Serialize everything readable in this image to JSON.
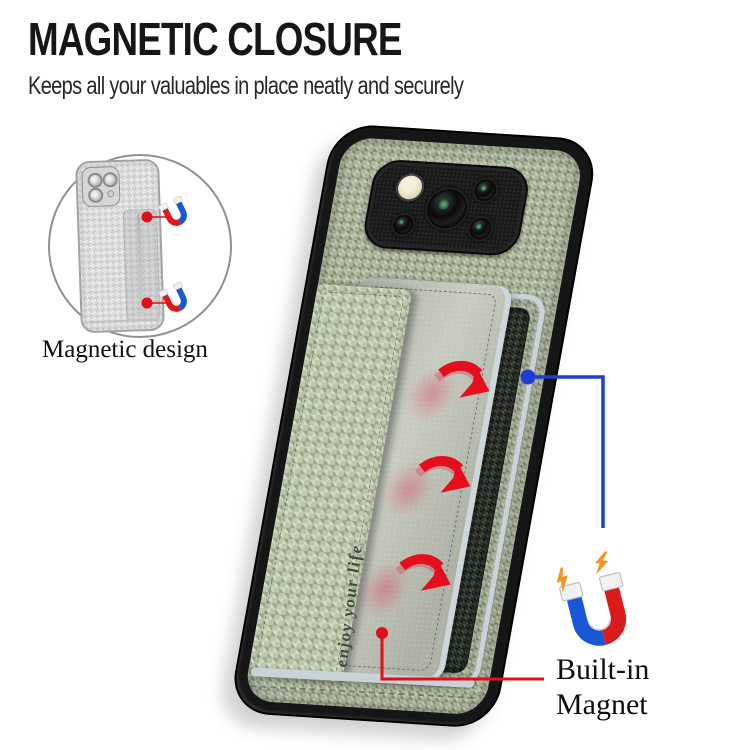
{
  "header": {
    "title": "MAGNETIC CLOSURE",
    "subtitle": "Keeps all your valuables in place neatly and securely"
  },
  "inset": {
    "label": "Magnetic design"
  },
  "phone": {
    "card_script": "enjoy your life"
  },
  "callout": {
    "line1": "Built-in",
    "line2": "Magnet"
  },
  "icons": {
    "magnet": "horseshoe-magnet",
    "spark": "lightning-bolt",
    "pull_arrow": "curved-pull-arrow",
    "callout_dot": "callout-dot",
    "camera_lens": "camera-lens",
    "camera_flash": "camera-flash"
  },
  "colors": {
    "accent_blue": "#1c3ed3",
    "accent_red": "#df1019",
    "arrow_red": "#e60d1d",
    "magnet_blue": "#1857d8",
    "magnet_red": "#da1b1b",
    "spark_orange": "#f7941d",
    "case_green": "#a7b196",
    "case_green_light": "#bcc6aa",
    "bezel": "#161616",
    "lining": "#c9d2d6",
    "leather": "#b9bdb0",
    "carbon": "#2e332c",
    "text": "#161616"
  }
}
